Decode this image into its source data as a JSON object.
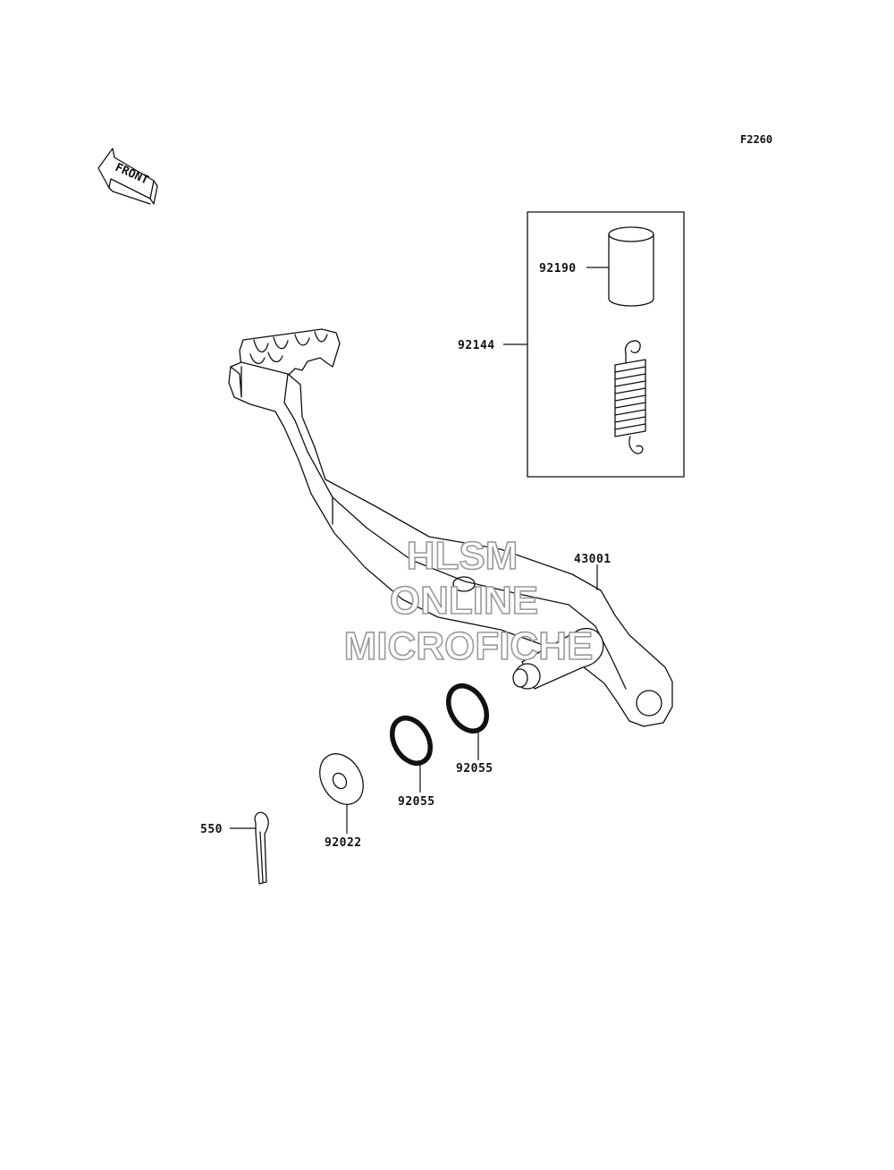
{
  "figure": {
    "code": "F2260",
    "front_indicator": "FRONT"
  },
  "parts": {
    "p92190": "92190",
    "p92144": "92144",
    "p43001": "43001",
    "p92055_a": "92055",
    "p92055_b": "92055",
    "p92022": "92022",
    "p550": "550"
  },
  "watermark": {
    "line1": "HLSM",
    "line2": "ONLINE",
    "line3": "MICROFICHE"
  }
}
